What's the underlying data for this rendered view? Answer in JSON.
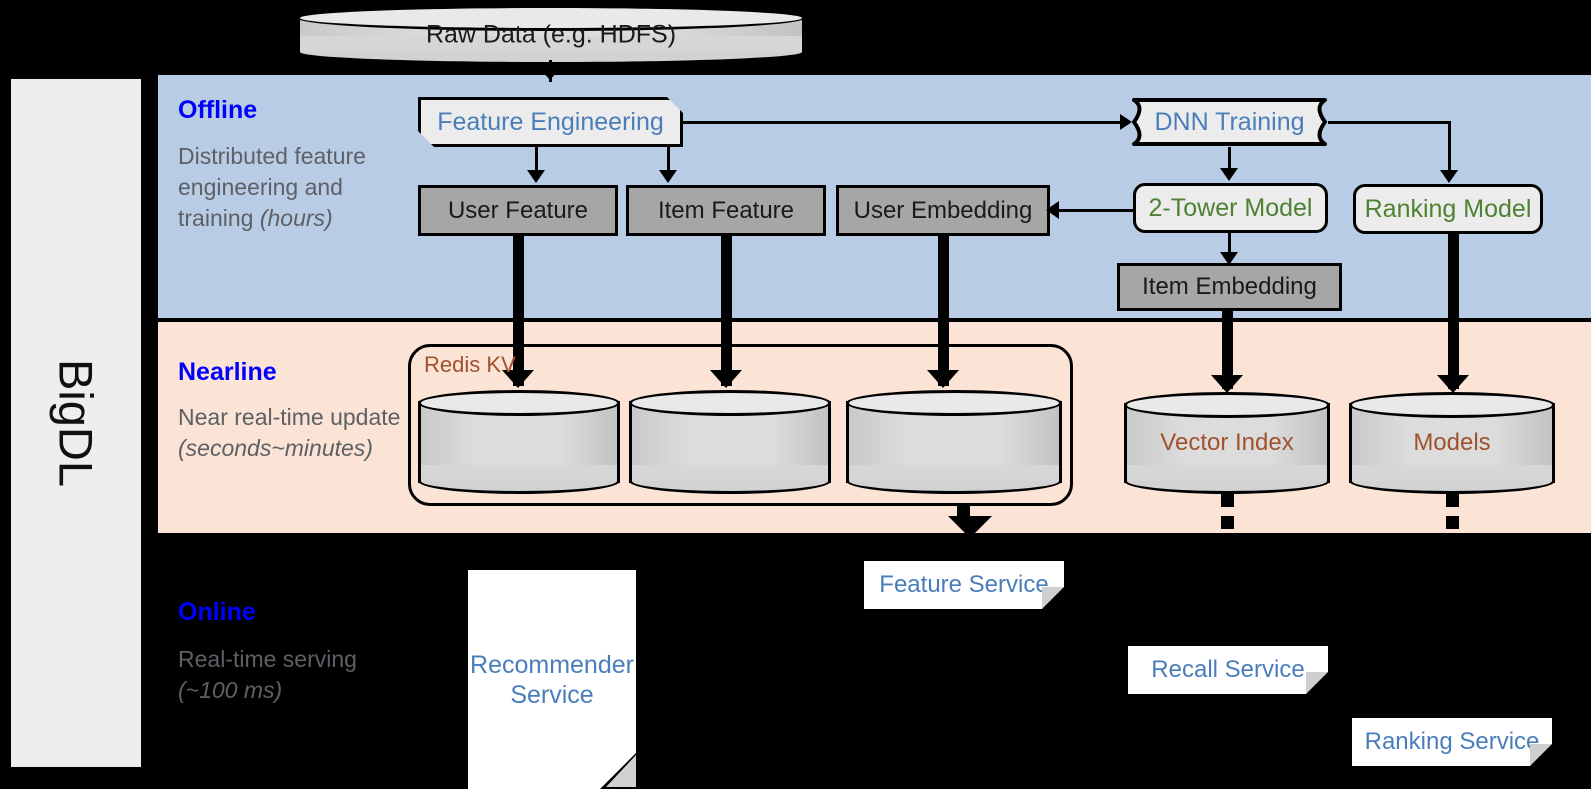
{
  "framework": {
    "name": "BigDL"
  },
  "source": {
    "label": "Raw Data (e.g. HDFS)"
  },
  "bands": {
    "offline": {
      "title": "Offline",
      "description": "Distributed feature engineering and training ",
      "description_em": "(hours)",
      "color": "#b9cce6",
      "title_color": "#0000ff"
    },
    "nearline": {
      "title": "Nearline",
      "description": "Near real-time update ",
      "description_em": "(seconds~minutes)",
      "color": "#fbe3d5",
      "title_color": "#0000ff"
    },
    "online": {
      "title": "Online",
      "description": "Real-time serving ",
      "description_em": "(~100 ms)",
      "color": "#000000",
      "title_color": "#0000ff"
    }
  },
  "offline_nodes": {
    "feature_engineering": "Feature Engineering",
    "dnn_training": "DNN Training",
    "user_feature": "User Feature",
    "item_feature": "Item Feature",
    "user_embedding": "User Embedding",
    "two_tower_model": "2-Tower Model",
    "ranking_model": "Ranking Model",
    "item_embedding": "Item Embedding"
  },
  "nearline_nodes": {
    "redis_kv": "Redis KV",
    "store_user_feature": "",
    "store_item_feature": "",
    "store_user_embedding": "",
    "vector_index": "Vector Index",
    "models": "Models"
  },
  "online_nodes": {
    "recommender_service": "Recommender Service",
    "feature_service": "Feature Service",
    "recall_service": "Recall Service",
    "ranking_service": "Ranking Service"
  },
  "colors": {
    "process_text": "#4a7ebb",
    "model_text": "#4e8233",
    "store_text": "#a0522d",
    "grey_box": "#a6a6a6",
    "light_box": "#ececec",
    "desc_text": "#5d6065"
  }
}
